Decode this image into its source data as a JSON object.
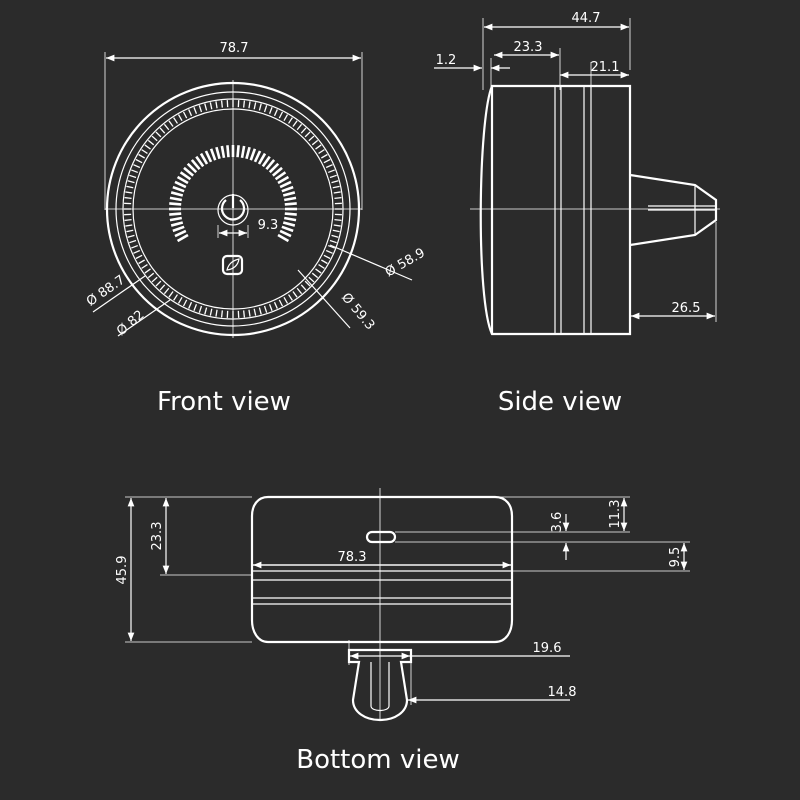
{
  "colors": {
    "background": "#2b2b2b",
    "line": "#ffffff"
  },
  "front_view": {
    "caption": "Front view",
    "dims": {
      "width": "78.7",
      "d1": "Ø 88.7",
      "d2": "Ø 82",
      "d3": "Ø 58.9",
      "d4": "Ø 59.3",
      "button": "9.3"
    },
    "icons": [
      "power-button-icon",
      "leaf-icon"
    ]
  },
  "side_view": {
    "caption": "Side view",
    "dims": {
      "total": "44.7",
      "body": "23.3",
      "rim": "1.2",
      "rear": "21.1",
      "plug": "26.5"
    }
  },
  "bottom_view": {
    "caption": "Bottom view",
    "dims": {
      "height": "45.9",
      "upper": "23.3",
      "width": "78.3",
      "top_gap": "11.3",
      "slot": "3.6",
      "slot_offset": "9.5",
      "plug_outer": "19.6",
      "plug_inner": "14.8"
    }
  }
}
